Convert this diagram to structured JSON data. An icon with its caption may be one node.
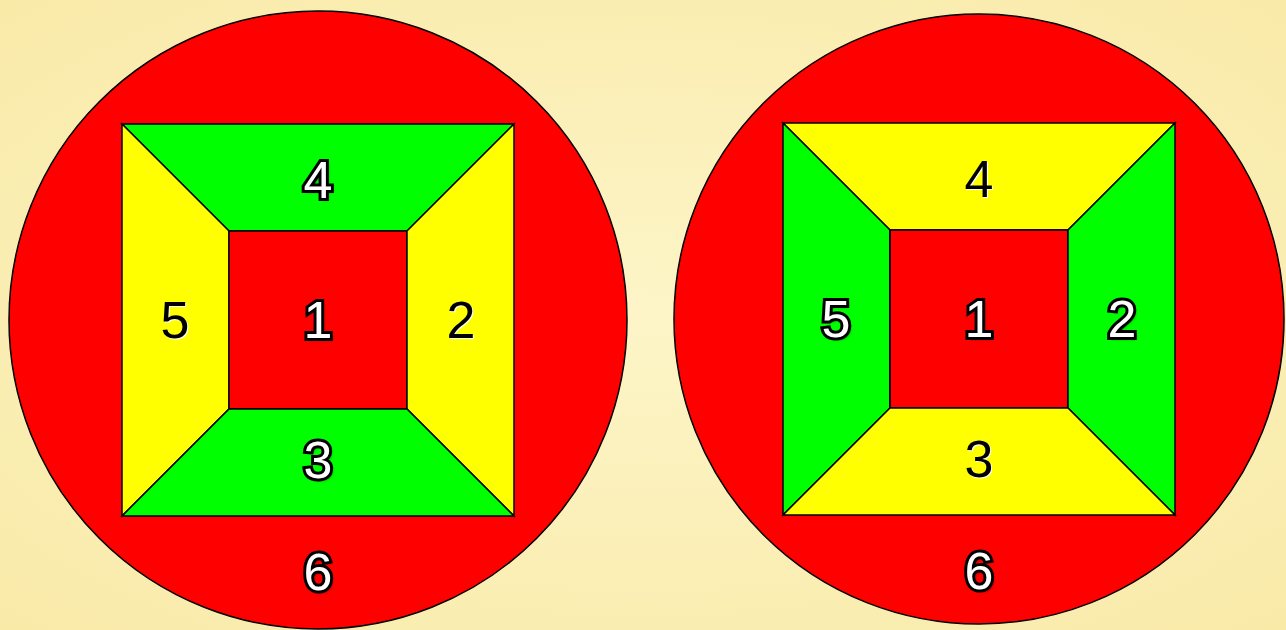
{
  "diagram": {
    "nodes": [
      {
        "text": [
          "6"
        ]
      },
      {
        "text": [
          "4"
        ],
        "in": 0
      },
      {
        "text": [
          "5"
        ],
        "in": 0
      },
      {
        "text": [
          "1"
        ],
        "in": 0
      },
      {
        "text": [
          "2"
        ],
        "in": 0
      },
      {
        "text": [
          "3"
        ],
        "in": 0
      },
      {
        "text": [
          "6"
        ]
      },
      {
        "text": [
          "4"
        ],
        "in": 6
      },
      {
        "text": [
          "5"
        ],
        "in": 6
      },
      {
        "text": [
          "1"
        ],
        "in": 6
      },
      {
        "text": [
          "2"
        ],
        "in": 6
      },
      {
        "text": [
          "3"
        ],
        "in": 6
      }
    ]
  }
}
